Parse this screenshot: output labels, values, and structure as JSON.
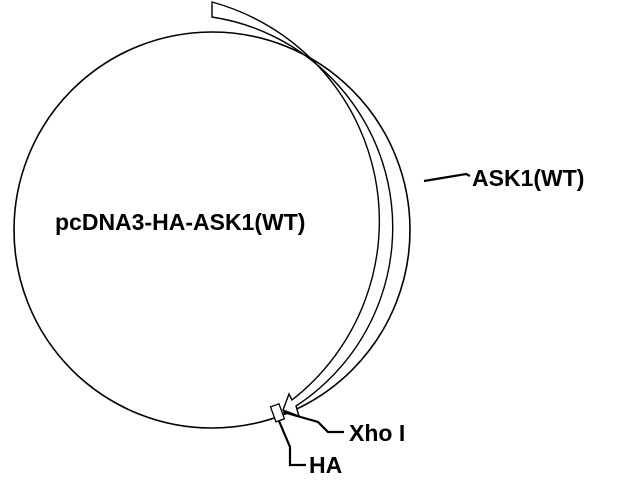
{
  "plasmid": {
    "name": "pcDNA3-HA-ASK1(WT)"
  },
  "features": {
    "insert": {
      "label": "ASK1(WT)"
    },
    "site": {
      "label": "Xho I"
    },
    "tag": {
      "label": "HA"
    }
  },
  "colors": {
    "line": "#000000",
    "background": "#ffffff"
  }
}
